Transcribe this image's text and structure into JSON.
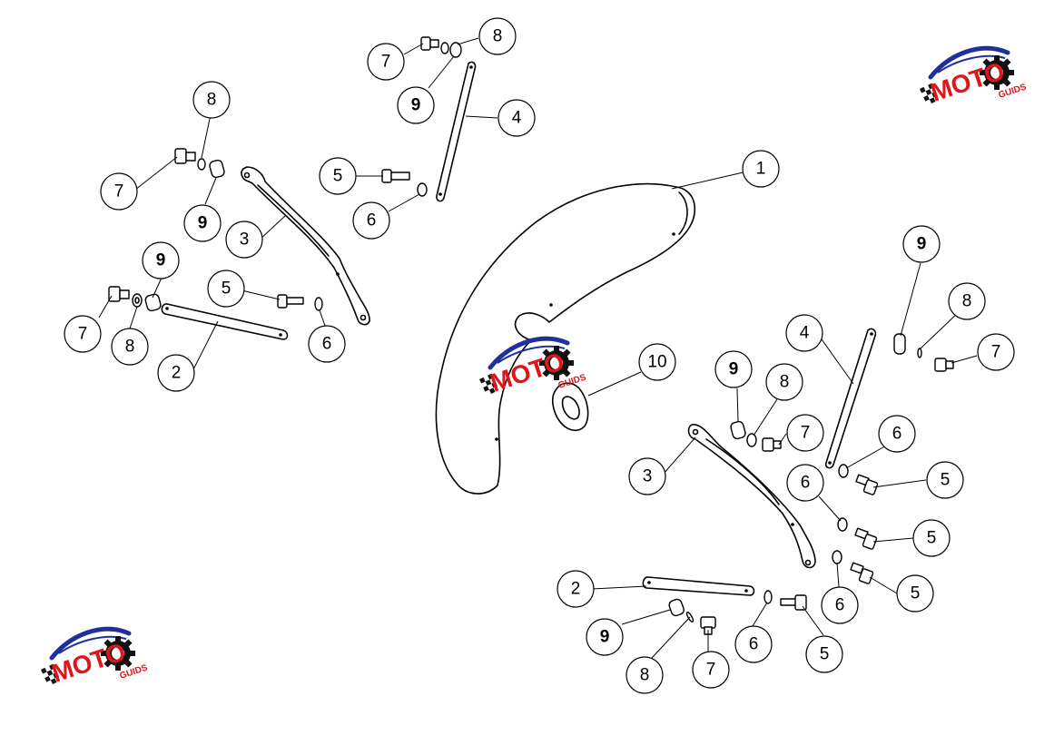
{
  "colors": {
    "line": "#000000",
    "background": "#ffffff",
    "logo_red": "#e0141b",
    "logo_blue": "#1f2f9e",
    "logo_black": "#111111"
  },
  "logo": {
    "word": "MOTO",
    "sub": "GUIDS",
    "icons": [
      "gear-icon",
      "checkered-flag-icon",
      "swoosh-icon"
    ]
  },
  "callouts": [
    {
      "label": "1",
      "bold": false
    },
    {
      "label": "2",
      "bold": false
    },
    {
      "label": "3",
      "bold": false
    },
    {
      "label": "4",
      "bold": false
    },
    {
      "label": "5",
      "bold": false
    },
    {
      "label": "6",
      "bold": false
    },
    {
      "label": "7",
      "bold": false
    },
    {
      "label": "8",
      "bold": false
    },
    {
      "label": "9",
      "bold": true
    },
    {
      "label": "10",
      "bold": false
    }
  ]
}
